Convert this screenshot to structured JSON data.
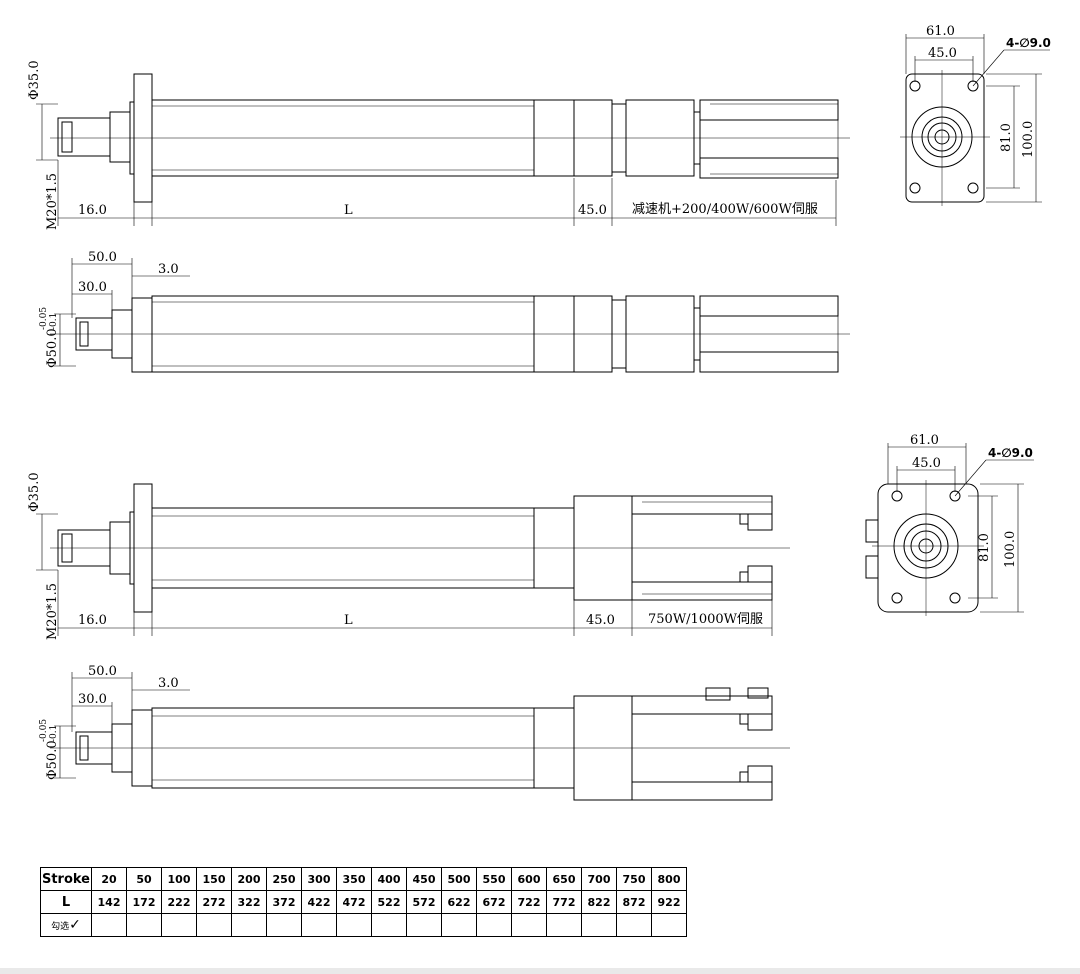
{
  "views": {
    "top_side": {
      "dia_rod": "Φ35.0",
      "thread": "M20*1.5",
      "dim_16": "16.0",
      "dim_L": "L",
      "dim_45": "45.0",
      "motor_note": "减速机+200/400W/600W伺服"
    },
    "top_plan": {
      "dim_50": "50.0",
      "dim_30": "30.0",
      "dim_3": "3.0",
      "dia_50": "Φ50.0",
      "tol_upper": "-0.05",
      "tol_lower": "-0.1"
    },
    "top_end": {
      "dim_61": "61.0",
      "dim_45": "45.0",
      "holes": "4-∅9.0",
      "dim_81": "81.0",
      "dim_100": "100.0"
    },
    "bottom_side": {
      "dia_rod": "Φ35.0",
      "thread": "M20*1.5",
      "dim_16": "16.0",
      "dim_L": "L",
      "dim_45": "45.0",
      "motor_note": "750W/1000W伺服"
    },
    "bottom_plan": {
      "dim_50": "50.0",
      "dim_30": "30.0",
      "dim_3": "3.0",
      "dia_50": "Φ50.0",
      "tol_upper": "-0.05",
      "tol_lower": "-0.1"
    },
    "bottom_end": {
      "dim_61": "61.0",
      "dim_45": "45.0",
      "holes": "4-∅9.0",
      "dim_81": "81.0",
      "dim_100": "100.0"
    }
  },
  "table": {
    "row1_label": "Stroke",
    "row2_label": "L",
    "row3_label": "勾选",
    "check_icon": "✓",
    "strokes": [
      "20",
      "50",
      "100",
      "150",
      "200",
      "250",
      "300",
      "350",
      "400",
      "450",
      "500",
      "550",
      "600",
      "650",
      "700",
      "750",
      "800"
    ],
    "lengths": [
      "142",
      "172",
      "222",
      "272",
      "322",
      "372",
      "422",
      "472",
      "522",
      "572",
      "622",
      "672",
      "722",
      "772",
      "822",
      "872",
      "922"
    ]
  }
}
